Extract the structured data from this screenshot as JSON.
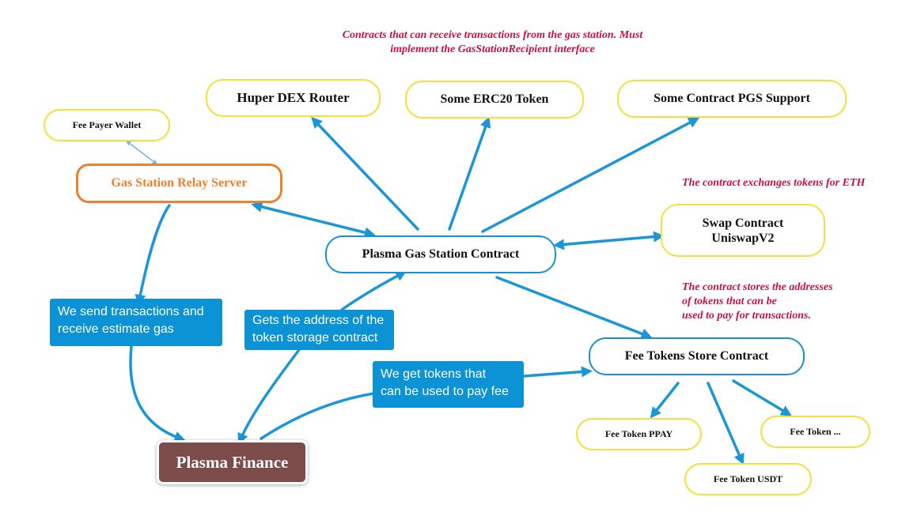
{
  "nodes": {
    "fee_payer_wallet": "Fee Payer Wallet",
    "relay_server": "Gas Station Relay Server",
    "huper_dex_router": "Huper DEX Router",
    "some_erc20_token": "Some ERC20 Token",
    "some_contract_pgs": "Some Contract PGS Support",
    "gas_station_contract": "Plasma Gas Station Contract",
    "swap_contract": "Swap Contract\nUniswapV2",
    "fee_tokens_store": "Fee Tokens Store Contract",
    "fee_token_ppay": "Fee Token PPAY",
    "fee_token_usdt": "Fee Token USDT",
    "fee_token_other": "Fee Token ...",
    "plasma_finance": "Plasma Finance"
  },
  "callouts": {
    "send_transactions": " We send transactions and\nreceive estimate gas",
    "get_store_address": "Gets the address of the\ntoken storage contract",
    "get_tokens": "We get tokens that\n can be used to pay fee"
  },
  "notes": {
    "recipient_contracts": "Contracts that can receive transactions from the gas station. Must\nimplement the GasStationRecipient interface",
    "swap_note": "The contract exchanges tokens for ETH",
    "store_note": "The contract stores the addresses\nof tokens that can be\nused to pay for transactions."
  },
  "colors": {
    "arrow": "#1b97d9",
    "node_border_yellow": "#f5df3a",
    "node_border_blue": "#1b8fd6",
    "relay_orange": "#f07f2c",
    "plasma_brown": "#7b4c4a",
    "callout_blue": "#0b93d6",
    "note_red": "#c8143c"
  }
}
